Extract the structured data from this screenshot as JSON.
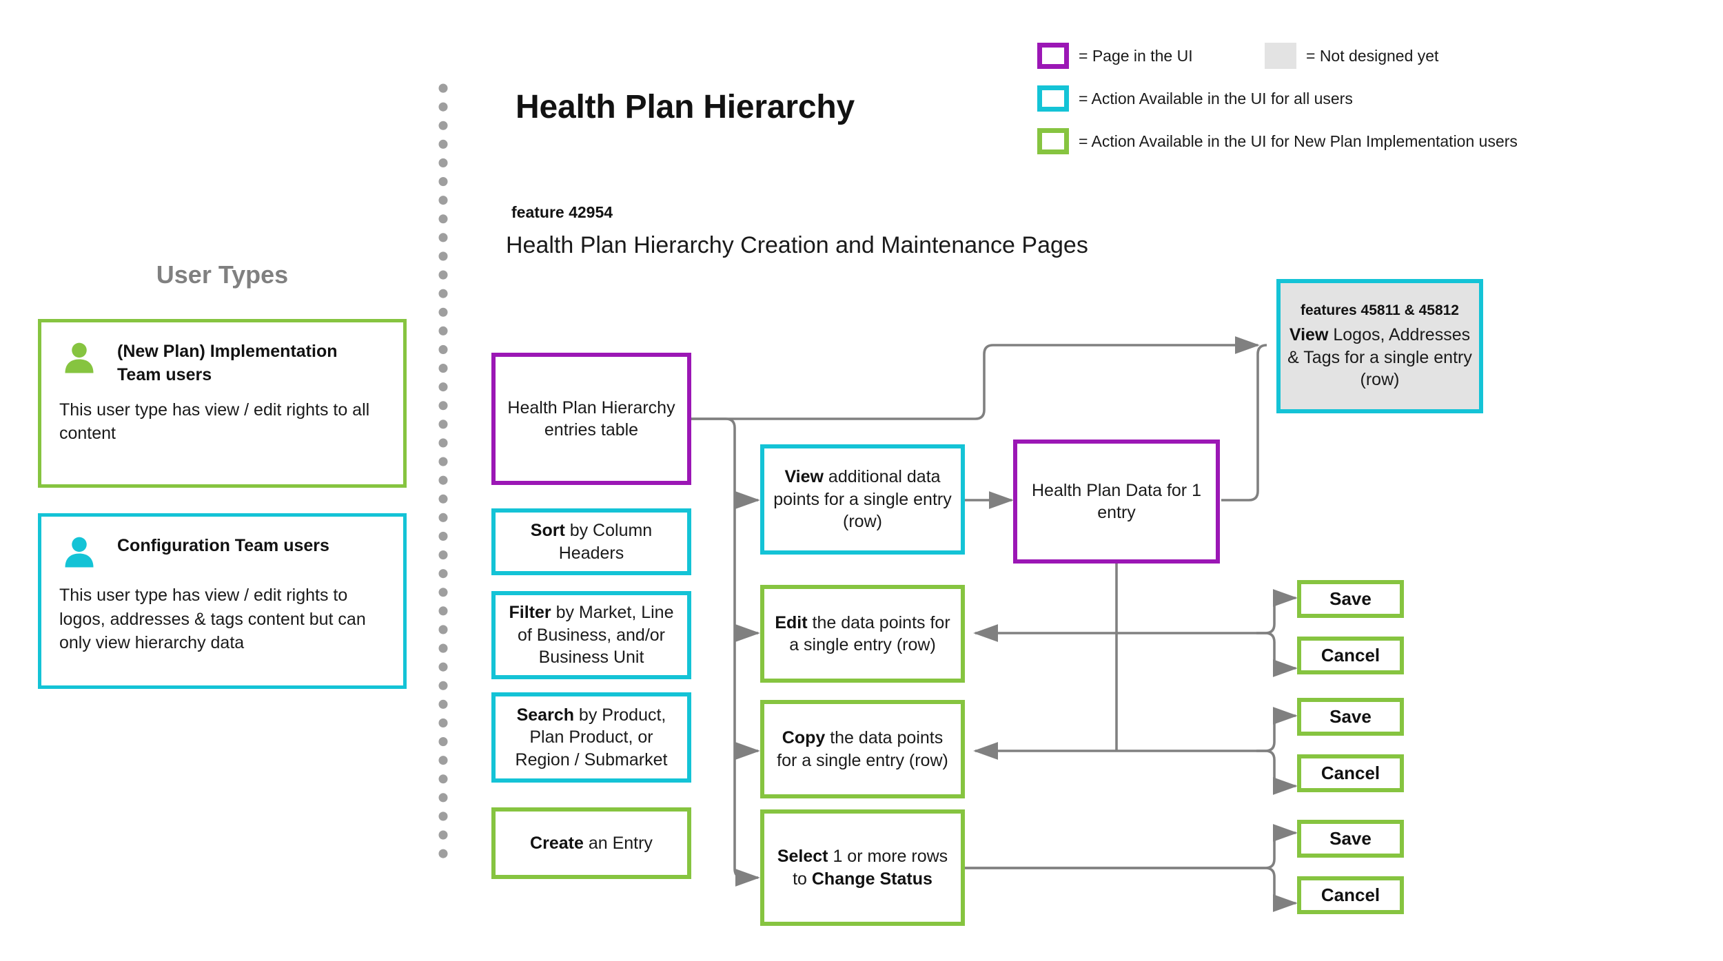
{
  "legend": {
    "items": [
      {
        "swatch": "purple",
        "label": "= Page in the UI"
      },
      {
        "swatch": "gray",
        "label": "= Not designed yet"
      },
      {
        "swatch": "cyan",
        "label": "= Action Available in the UI for all users"
      },
      {
        "swatch": "green",
        "label": "= Action Available in the UI for New Plan Implementation users"
      }
    ]
  },
  "header": {
    "title": "Health Plan Hierarchy",
    "feature_label": "feature 42954",
    "subtitle": "Health Plan Hierarchy Creation and Maintenance Pages"
  },
  "user_types": {
    "panel_title": "User Types",
    "cards": [
      {
        "color": "green",
        "icon": "person-icon",
        "name": "(New Plan) Implementation Team users",
        "description": "This user type has view / edit rights to all content"
      },
      {
        "color": "cyan",
        "icon": "person-icon",
        "name": "Configuration Team users",
        "description": "This user type has view / edit rights to logos, addresses & tags content but can only view hierarchy data"
      }
    ]
  },
  "flow": {
    "hierarchy_table": {
      "color": "purple",
      "text_bold": "",
      "text": "Health Plan Hierarchy entries table"
    },
    "sort": {
      "color": "cyan",
      "bold": "Sort",
      "rest": " by Column Headers"
    },
    "filter": {
      "color": "cyan",
      "bold": "Filter",
      "rest": " by Market, Line of Business, and/or Business Unit"
    },
    "search": {
      "color": "cyan",
      "bold": "Search",
      "rest": " by Product, Plan Product, or Region / Submarket"
    },
    "create": {
      "color": "green",
      "bold": "Create",
      "rest": " an Entry"
    },
    "view_points": {
      "color": "cyan",
      "bold": "View",
      "rest": " additional data points for a single entry (row)"
    },
    "edit_points": {
      "color": "green",
      "bold": "Edit",
      "rest": " the data points for a single entry (row)"
    },
    "copy_points": {
      "color": "green",
      "bold": "Copy",
      "rest": " the data points for a single entry (row)"
    },
    "select_rows": {
      "color": "green",
      "bold": "Select",
      "mid": " 1 or more rows to ",
      "bold2": "Change Status"
    },
    "plan_data": {
      "color": "purple",
      "text": "Health Plan Data for 1 entry"
    },
    "logos_box": {
      "color": "cyan",
      "fill": "gray",
      "feature": "features 45811 & 45812",
      "bold": "View",
      "rest": " Logos, Addresses & Tags for a single entry (row)"
    },
    "buttons": [
      {
        "label": "Save",
        "color": "green"
      },
      {
        "label": "Cancel",
        "color": "green"
      },
      {
        "label": "Save",
        "color": "green"
      },
      {
        "label": "Cancel",
        "color": "green"
      },
      {
        "label": "Save",
        "color": "green"
      },
      {
        "label": "Cancel",
        "color": "green"
      }
    ]
  },
  "colors": {
    "purple": "#9B17B5",
    "cyan": "#14C3D6",
    "green": "#86C440",
    "gray_fill": "#E3E3E3",
    "wire": "#808080",
    "panel_title": "#808080"
  }
}
